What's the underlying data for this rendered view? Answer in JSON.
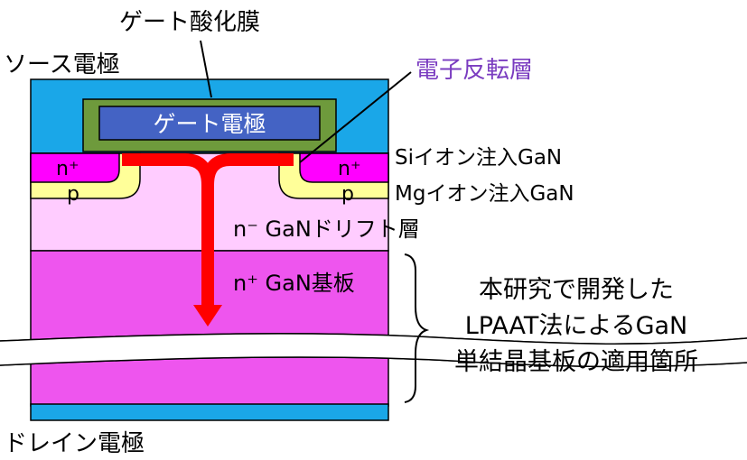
{
  "labels": {
    "gate_oxide": "ゲート酸化膜",
    "source_electrode": "ソース電極",
    "electron_inversion_layer": "電子反転層",
    "gate_electrode": "ゲート電極",
    "n_plus_left": "n⁺",
    "n_plus_right": "n⁺",
    "p_left": "p",
    "p_right": "p",
    "si_implant": "Siイオン注入GaN",
    "mg_implant": "Mgイオン注入GaN",
    "drift_layer": "n⁻ GaNドリフト層",
    "substrate": "n⁺ GaN基板",
    "drain_electrode": "ドレイン電極",
    "lpaat_line1": "本研究で開発した",
    "lpaat_line2": "LPAAT法によるGaN",
    "lpaat_line3": "単結晶基板の適用箇所"
  },
  "colors": {
    "source_blue": "#1aa7e8",
    "gate_oxide_green": "#6e9a3c",
    "gate_electrode_blue": "#4463c4",
    "n_plus_magenta": "#ff00ff",
    "p_yellow": "#ffff99",
    "drift_pink": "#ffccff",
    "substrate_magenta": "#ee55ee",
    "drain_blue": "#1aa7e8",
    "current_red": "#ff0000",
    "inversion_label_purple": "#7a3cc0"
  }
}
